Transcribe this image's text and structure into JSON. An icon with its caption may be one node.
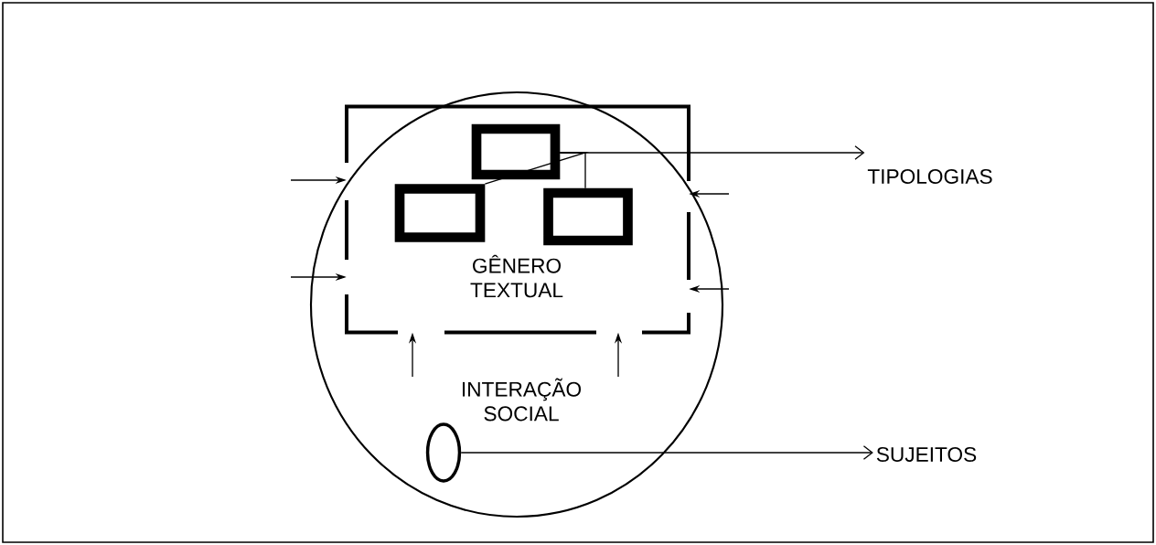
{
  "diagram": {
    "nodes": [
      {
        "text": [
          "INTERAÇÃO SOCIAL"
        ]
      },
      {
        "text": [
          "GÊNERO TEXTUAL"
        ],
        "in": 0
      },
      {
        "text": [],
        "shape": "box",
        "in": 1
      },
      {
        "text": [],
        "shape": "box",
        "in": 1
      },
      {
        "text": [],
        "shape": "box",
        "in": 1
      },
      {
        "text": [
          "TIPOLOGIAS"
        ]
      },
      {
        "text": [],
        "shape": "circle",
        "in": 0
      },
      {
        "text": [
          "SUJEITOS"
        ]
      }
    ],
    "edges": [
      {
        "from": 2,
        "to": 5,
        "arrow": "to"
      },
      {
        "from": 3,
        "to": 2,
        "arrow": "none"
      },
      {
        "from": 4,
        "to": 2,
        "arrow": "none"
      },
      {
        "from": 6,
        "to": 7,
        "arrow": "to"
      },
      {
        "from": null,
        "to": 1,
        "arrow": "to"
      },
      {
        "from": null,
        "to": 1,
        "arrow": "to"
      },
      {
        "from": null,
        "to": 1,
        "arrow": "to"
      },
      {
        "from": null,
        "to": 1,
        "arrow": "to"
      },
      {
        "from": null,
        "to": 1,
        "arrow": "to"
      },
      {
        "from": null,
        "to": 1,
        "arrow": "to"
      }
    ]
  }
}
